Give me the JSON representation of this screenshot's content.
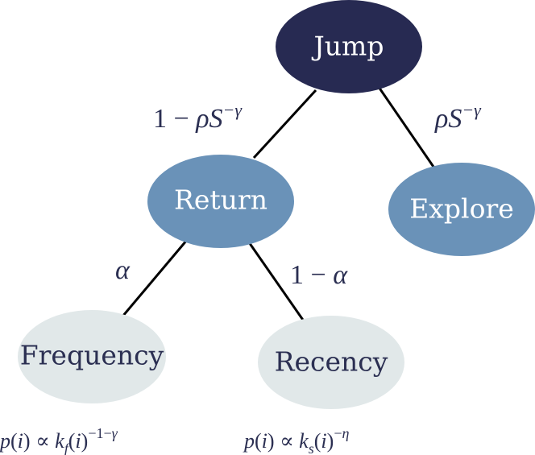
{
  "diagram": {
    "colors": {
      "dark_node": "#272a52",
      "mid_node": "#6a92b8",
      "light_node": "#e1e8e9",
      "dark_text": "#2b2f52",
      "white_text": "#ffffff",
      "edge": "#000000"
    },
    "nodes": {
      "jump": "Jump",
      "return": "Return",
      "explore": "Explore",
      "frequency": "Frequency",
      "recency": "Recency"
    },
    "edges": {
      "jump_return": "1 − ρS−γ",
      "jump_explore": "ρS−γ",
      "return_frequency": "α",
      "return_recency": "1 − α"
    },
    "formulas": {
      "frequency": "p(i) ∝ kf(i)−1−γ",
      "recency": "p(i) ∝ ks(i)−η"
    }
  }
}
